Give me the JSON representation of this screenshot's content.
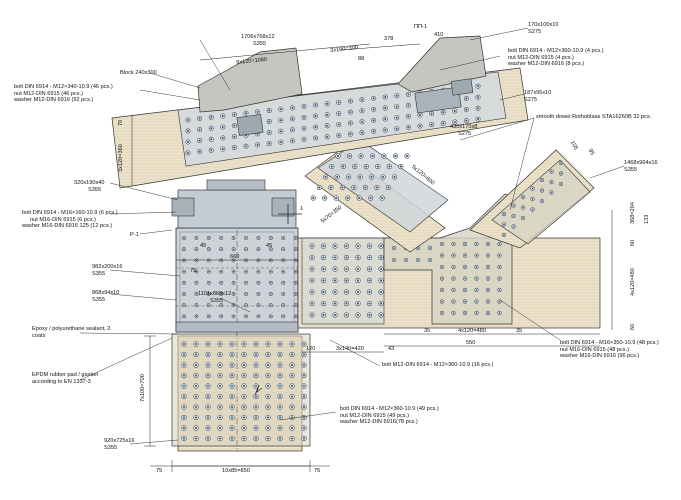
{
  "callouts": {
    "plate_top": {
      "size": "1706x768x12",
      "grade": "S355"
    },
    "pp1": "ПП-1",
    "plate_170": {
      "size": "170x100x10",
      "grade": "S275"
    },
    "block": "Block 240x300",
    "bolts_topright": {
      "bolt": "bolt DIN 6914 - M12×360-10.9 (4 pcs.)",
      "nut": "nut M12-DIN 6915 (4 pcs.)",
      "washer": "washer M12-DIN 6916 (8 pcs.)"
    },
    "bolts_topleft": {
      "bolt": "bolt DIN 6914 - M12×340-10.9 (46 pcs.)",
      "nut": "nut M12-DIN 6915 (46 pcs.)",
      "washer": "washer M12-DIN 6916 (92 pcs.)"
    },
    "plate_187": {
      "size": "187x95x10",
      "grade": "S275"
    },
    "plate_430": {
      "size": "430x170x8",
      "grade": "S275"
    },
    "dowel": "smooth dowel Rothoblaas STA16260B 32 pcs.",
    "plate_1468": {
      "size": "1468x964x16",
      "grade": "S355"
    },
    "plate_320": {
      "size": "320x190x40",
      "grade": "S355"
    },
    "bolts_m16": {
      "bolt": "bolt DIN 6914 - M16×160-10.9 (6 pcs.)",
      "nut": "nut M16-DIN 6915 (6 pcs.)",
      "washer": "washer M16-DIN 6916 125 (12 pcs.)"
    },
    "p1": "P-1",
    "plate_982": {
      "size": "982x200x16",
      "grade": "S355"
    },
    "plate_868": {
      "size": "868x94x10",
      "grade": "S355"
    },
    "plate_1101": {
      "size": "1101x868x12",
      "grade": "S355"
    },
    "epoxy": {
      "line1": "Epoxy / polyurethane sealant, 2",
      "line2": "coats"
    },
    "epdm": {
      "line1": "EPDM rubber pad / gasket",
      "line2": "according to EN 1337-3"
    },
    "plate_920": {
      "size": "920x725x16",
      "grade": "S355"
    },
    "bolts_mid": "bolt M12-DIN 6914 - M12×360-10.9 (16 pcs.)",
    "bolts_right": {
      "bolt": "bolt DIN 6914 - M16×350-10.9 (48 pcs.)",
      "nut": "nut M16-DIN 6915 (48 pcs.)",
      "washer": "washer M16-DIN 6916 (96 pcs.)"
    },
    "bolts_bottom": {
      "bolt": "bolt DIN 6914 - M12×360-10.9 (49 pcs.)",
      "nut": "nut M12-DIN 6915 (49 pcs.)",
      "washer": "washer M12-DIN 6916(78 pcs.)"
    }
  },
  "dimensions": {
    "d_9x120": "9x120=1080",
    "d_3x100": "3x100=300",
    "d_378": "378",
    "d_410": "410",
    "d_88": "88",
    "d_70": "70",
    "d_3x120": "3x120=360",
    "d_5x120": "5x120=600",
    "d_5x70": "5x70=350",
    "d_105": "105",
    "d_95": "95",
    "d_368": "368=204",
    "d_133": "133",
    "d_60a": "60",
    "d_4x120v": "4x120=480",
    "d_60b": "60",
    "d_45a": "45",
    "d_45b": "45",
    "d_660": "660",
    "d_75": "75",
    "d_1": "1",
    "d_35a": "35",
    "d_4x120h": "4x120=480",
    "d_35b": "35",
    "d_550": "550",
    "d_120": "120",
    "d_3x140": "3x140=420",
    "d_43": "43",
    "d_7x100": "7x100=700",
    "d_75l": "75",
    "d_10x85": "10x85=850",
    "d_75r": "75"
  }
}
